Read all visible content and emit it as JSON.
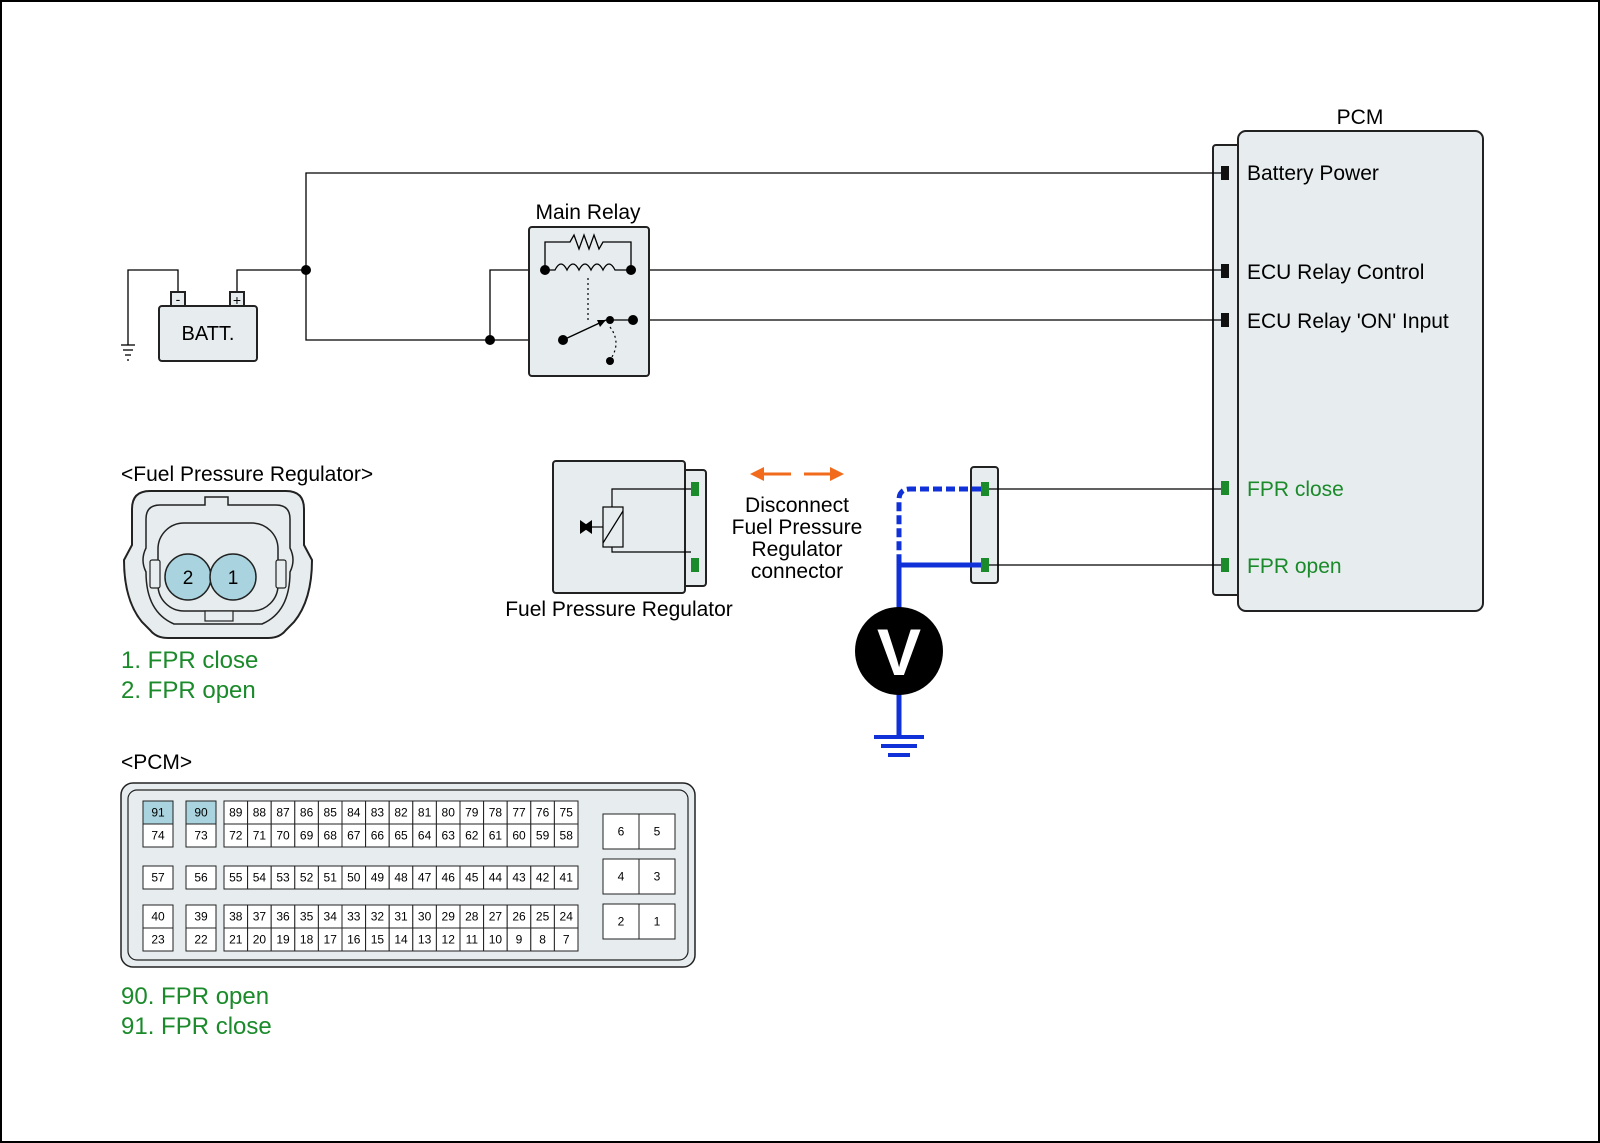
{
  "pcm": {
    "title": "PCM",
    "terminals": {
      "battery_power": "Battery Power",
      "ecu_relay_control": "ECU Relay Control",
      "ecu_relay_on_input": "ECU Relay 'ON' Input",
      "fpr_close": "FPR close",
      "fpr_open": "FPR open"
    }
  },
  "battery": {
    "label": "BATT.",
    "neg": "-",
    "pos": "+"
  },
  "main_relay": {
    "label": "Main Relay"
  },
  "regulator": {
    "label": "Fuel Pressure Regulator"
  },
  "instruction": {
    "lines": [
      "Disconnect",
      "Fuel Pressure",
      "Regulator",
      "connector"
    ]
  },
  "voltmeter": {
    "label": "V"
  },
  "fpr_connector": {
    "title": "<Fuel Pressure Regulator>",
    "pins": [
      "2",
      "1"
    ],
    "legend": [
      "1. FPR close",
      "2. FPR open"
    ]
  },
  "pcm_connector": {
    "title": "<PCM>",
    "legend": [
      "90. FPR open",
      "91. FPR close"
    ],
    "highlighted_pins": [
      "91",
      "90"
    ],
    "singles": [
      [
        "91",
        "74"
      ],
      [
        "90",
        "73"
      ],
      [
        "57"
      ],
      [
        "56"
      ],
      [
        "40",
        "23"
      ],
      [
        "39",
        "22"
      ]
    ],
    "row1": [
      "89",
      "88",
      "87",
      "86",
      "85",
      "84",
      "83",
      "82",
      "81",
      "80",
      "79",
      "78",
      "77",
      "76",
      "75"
    ],
    "row2": [
      "72",
      "71",
      "70",
      "69",
      "68",
      "67",
      "66",
      "65",
      "64",
      "63",
      "62",
      "61",
      "60",
      "59",
      "58"
    ],
    "row3": [
      "55",
      "54",
      "53",
      "52",
      "51",
      "50",
      "49",
      "48",
      "47",
      "46",
      "45",
      "44",
      "43",
      "42",
      "41"
    ],
    "row4": [
      "38",
      "37",
      "36",
      "35",
      "34",
      "33",
      "32",
      "31",
      "30",
      "29",
      "28",
      "27",
      "26",
      "25",
      "24"
    ],
    "row5": [
      "21",
      "20",
      "19",
      "18",
      "17",
      "16",
      "15",
      "14",
      "13",
      "12",
      "11",
      "10",
      "9",
      "8",
      "7"
    ],
    "right_pairs": [
      [
        "6",
        "5"
      ],
      [
        "4",
        "3"
      ],
      [
        "2",
        "1"
      ]
    ]
  },
  "colors": {
    "signal_green": "#1a8a2a",
    "probe_blue": "#1030d8",
    "arrow_orange": "#f26a1b",
    "highlight": "#a9d3de"
  }
}
